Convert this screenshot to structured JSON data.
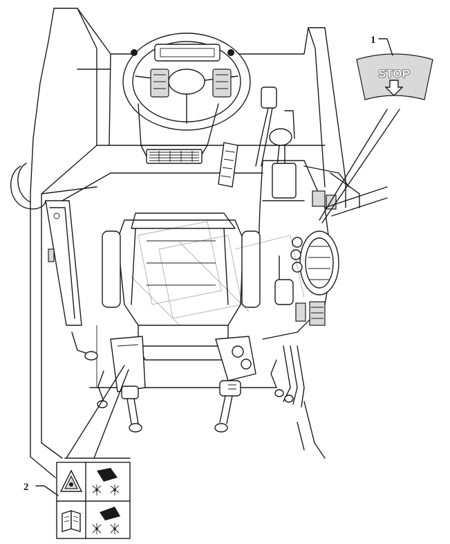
{
  "callouts": [
    {
      "id": "1",
      "label": "1"
    },
    {
      "id": "2",
      "label": "2"
    }
  ],
  "stop_decal": {
    "text": "STOP"
  },
  "colors": {
    "line": "#1a1a1a",
    "paper": "#ffffff",
    "decal_fill": "#d9d9d9"
  },
  "icons": [
    "warning-triangle-icon",
    "operator-manual-icon",
    "joystick-pattern-icon",
    "arrow-down-icon"
  ]
}
